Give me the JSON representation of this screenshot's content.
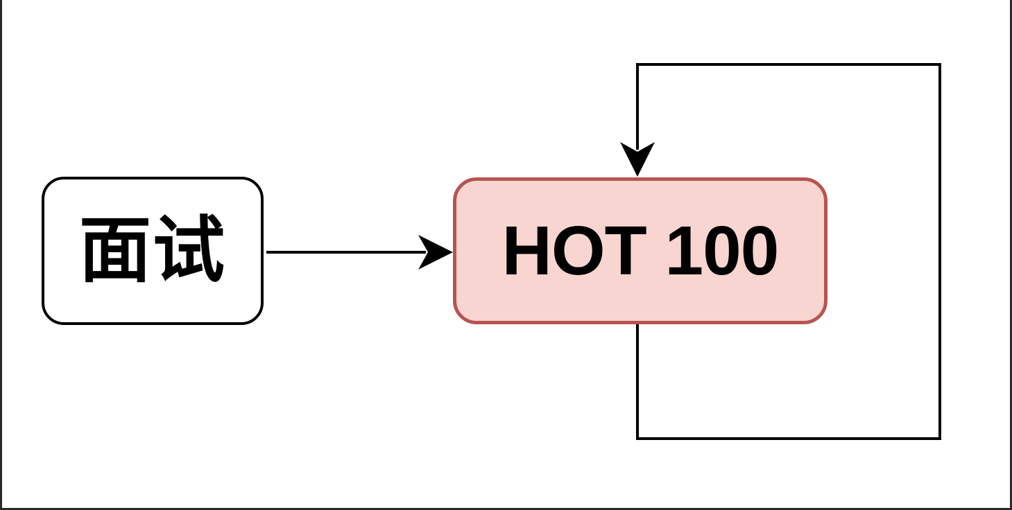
{
  "app": {
    "type": "diagram-canvas",
    "background_color": "#ffffff",
    "window_edge_color": "#2a2a2a"
  },
  "diagram": {
    "nodes": [
      {
        "id": "interview",
        "label": "面试",
        "shape": "rounded-rectangle",
        "fill": "#ffffff",
        "stroke": "#000000",
        "text_color": "#000000"
      },
      {
        "id": "hot100",
        "label": "HOT 100",
        "shape": "rounded-rectangle",
        "fill": "#f8d5d0",
        "stroke": "#b85450",
        "text_color": "#000000"
      }
    ],
    "edges": [
      {
        "id": "interview-to-hot100",
        "from": "interview",
        "to": "hot100",
        "style": "solid",
        "arrowhead": "classic",
        "color": "#000000",
        "route": "straight horizontal, pointing right into left side of hot100"
      },
      {
        "id": "hot100-self-loop",
        "from": "hot100",
        "to": "hot100",
        "style": "solid",
        "arrowhead": "classic",
        "color": "#000000",
        "route": "exits bottom of hot100, loops around the right side, re-enters top of hot100 pointing down"
      }
    ]
  }
}
